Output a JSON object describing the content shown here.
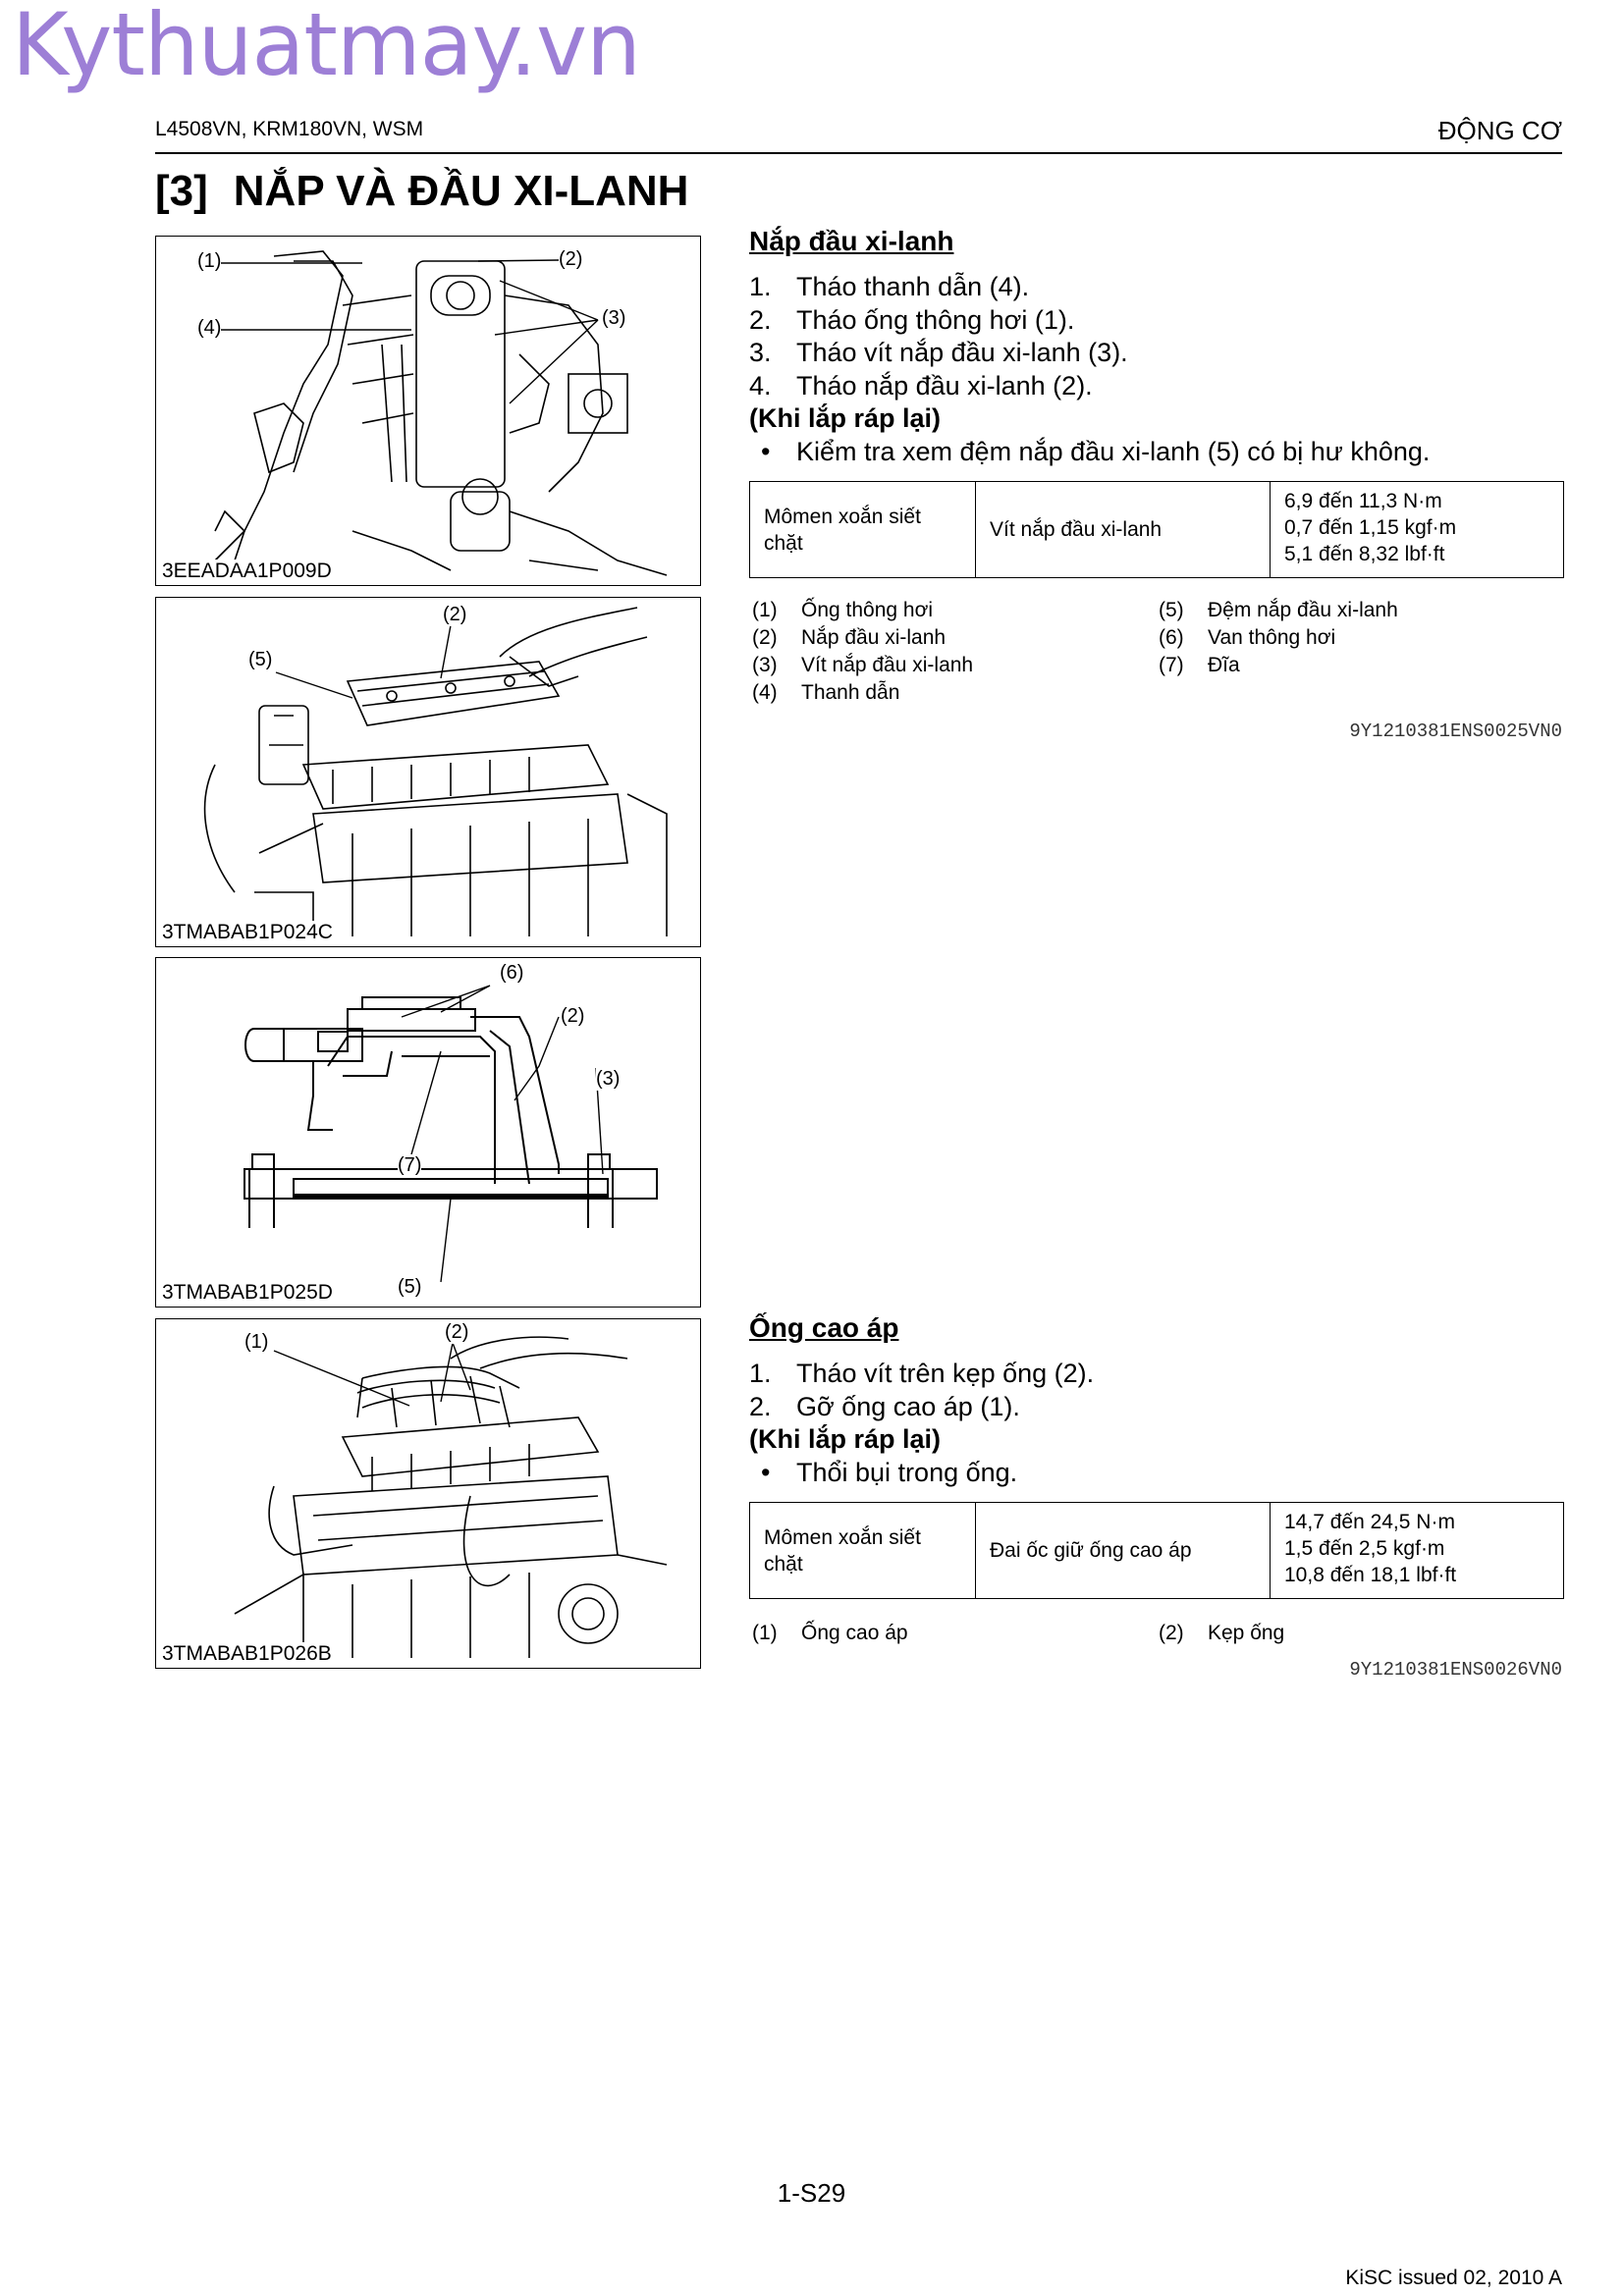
{
  "watermark": "Kythuatmay.vn",
  "header": {
    "left": "L4508VN, KRM180VN, WSM",
    "right": "ĐỘNG CƠ"
  },
  "title": {
    "number": "[3]",
    "text": "NẮP VÀ ĐẦU XI-LANH"
  },
  "figures": [
    {
      "code": "3EEADAA1P009D",
      "labels": [
        "(1)",
        "(2)",
        "(4)",
        "(3)"
      ]
    },
    {
      "code": "3TMABAB1P024C",
      "labels": [
        "(2)",
        "(5)"
      ]
    },
    {
      "code": "3TMABAB1P025D",
      "labels": [
        "(6)",
        "(2)",
        "(3)",
        "(7)",
        "(5)"
      ]
    },
    {
      "code": "3TMABAB1P026B",
      "labels": [
        "(1)",
        "(2)"
      ]
    }
  ],
  "section1": {
    "title": "Nắp đầu xi-lanh",
    "steps": [
      {
        "n": "1.",
        "text": "Tháo thanh dẫn (4)."
      },
      {
        "n": "2.",
        "text": "Tháo ống thông hơi (1)."
      },
      {
        "n": "3.",
        "text": "Tháo vít nắp đầu xi-lanh (3)."
      },
      {
        "n": "4.",
        "text": "Tháo nắp đầu xi-lanh (2)."
      }
    ],
    "note": "(Khi lắp ráp lại)",
    "bullet": "Kiểm tra xem đệm nắp đầu xi-lanh (5) có bị hư không.",
    "torque": {
      "label": "Mômen xoắn siết chặt",
      "item": "Vít nắp đầu xi-lanh",
      "values": [
        "6,9 đến 11,3 N·m",
        "0,7 đến 1,15 kgf·m",
        "5,1 đến 8,32 lbf·ft"
      ]
    },
    "legend_left": [
      {
        "k": "(1)",
        "v": "Ống thông hơi"
      },
      {
        "k": "(2)",
        "v": "Nắp đầu xi-lanh"
      },
      {
        "k": "(3)",
        "v": "Vít nắp đầu xi-lanh"
      },
      {
        "k": "(4)",
        "v": "Thanh dẫn"
      }
    ],
    "legend_right": [
      {
        "k": "(5)",
        "v": "Đệm nắp đầu xi-lanh"
      },
      {
        "k": "(6)",
        "v": "Van thông hơi"
      },
      {
        "k": "(7)",
        "v": "Đĩa"
      }
    ],
    "ref": "9Y1210381ENS0025VN0"
  },
  "section2": {
    "title": "Ống cao áp",
    "steps": [
      {
        "n": "1.",
        "text": "Tháo vít trên kẹp ống (2)."
      },
      {
        "n": "2.",
        "text": "Gỡ ống cao áp (1)."
      }
    ],
    "note": "(Khi lắp ráp lại)",
    "bullet": "Thổi bụi trong ống.",
    "torque": {
      "label": "Mômen xoắn siết chặt",
      "item": "Đai ốc giữ ống cao áp",
      "values": [
        "14,7 đến 24,5 N·m",
        "1,5 đến 2,5 kgf·m",
        "10,8 đến 18,1 lbf·ft"
      ]
    },
    "legend_left": [
      {
        "k": "(1)",
        "v": "Ống cao áp"
      }
    ],
    "legend_right": [
      {
        "k": "(2)",
        "v": "Kẹp ống"
      }
    ],
    "ref": "9Y1210381ENS0026VN0"
  },
  "page_number": "1-S29",
  "footer": "KiSC issued 02, 2010 A"
}
